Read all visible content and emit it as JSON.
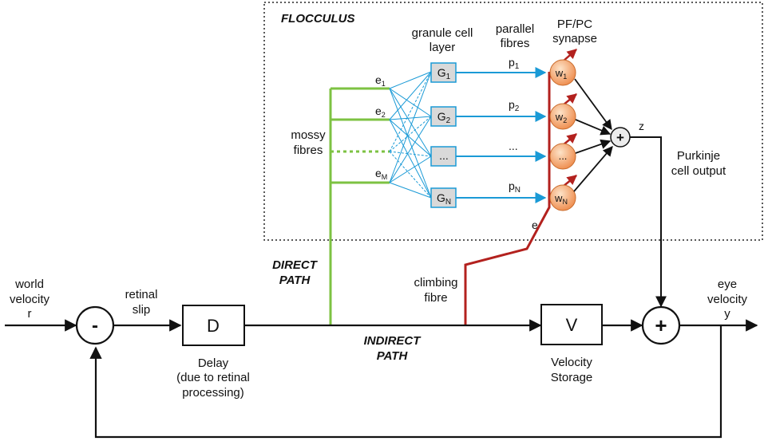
{
  "flocculus": {
    "title": "FLOCCULUS",
    "granule_layer_label": [
      "granule cell",
      "layer"
    ],
    "parallel_fibres_label": [
      "parallel",
      "fibres"
    ],
    "synapse_label": [
      "PF/PC",
      "synapse"
    ],
    "mossy_fibres_label": [
      "mossy",
      "fibres"
    ],
    "purkinje_label": [
      "Purkinje",
      "cell output"
    ],
    "e_labels": [
      {
        "base": "e",
        "sub": "1"
      },
      {
        "base": "e",
        "sub": "2"
      },
      {
        "base": "e",
        "sub": "M"
      }
    ],
    "granule_cells": [
      {
        "base": "G",
        "sub": "1"
      },
      {
        "base": "G",
        "sub": "2"
      },
      {
        "base": "...",
        "sub": ""
      },
      {
        "base": "G",
        "sub": "N"
      }
    ],
    "p_labels": [
      {
        "base": "p",
        "sub": "1"
      },
      {
        "base": "p",
        "sub": "2"
      },
      {
        "base": "...",
        "sub": ""
      },
      {
        "base": "p",
        "sub": "N"
      }
    ],
    "weights": [
      {
        "base": "w",
        "sub": "1"
      },
      {
        "base": "w",
        "sub": "2"
      },
      {
        "base": "...",
        "sub": ""
      },
      {
        "base": "w",
        "sub": "N"
      }
    ],
    "sum_symbol": "+",
    "z_label": "z",
    "e_error_label": "e"
  },
  "loop": {
    "world_velocity": [
      "world",
      "velocity",
      "r"
    ],
    "retinal_slip": [
      "retinal",
      "slip"
    ],
    "minus_symbol": "-",
    "delay_block": "D",
    "delay_caption": [
      "Delay",
      "(due to retinal",
      "processing)"
    ],
    "direct_path": [
      "DIRECT",
      "PATH"
    ],
    "indirect_path": [
      "INDIRECT",
      "PATH"
    ],
    "climbing_fibre": [
      "climbing",
      "fibre"
    ],
    "velocity_block": "V",
    "velocity_caption": [
      "Velocity",
      "Storage"
    ],
    "plus_symbol": "+",
    "eye_velocity": [
      "eye",
      "velocity",
      "y"
    ]
  },
  "colors": {
    "mossy": "#7dc242",
    "parallel": "#1a9ad6",
    "climbing": "#b3211e",
    "node_fill": "#f4a460",
    "granule_fill": "#d9d9d9",
    "granule_stroke": "#1a9ad6"
  }
}
